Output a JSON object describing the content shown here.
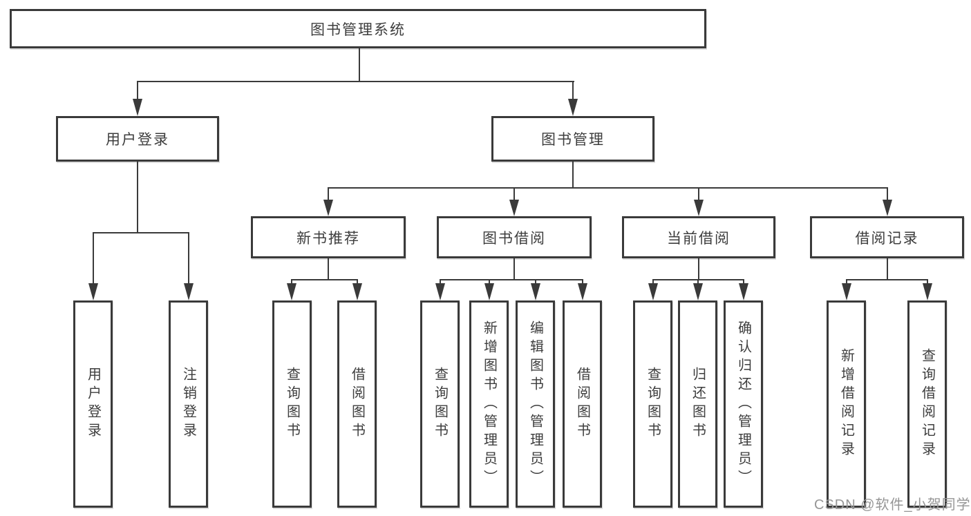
{
  "colors": {
    "line": "#3a3a3a",
    "text": "#3d3d3d",
    "watermark": "#969696",
    "background": "#ffffff"
  },
  "tree": {
    "label": "图书管理系统",
    "children": [
      {
        "label": "用户登录",
        "children": [
          {
            "label": "用户登录"
          },
          {
            "label": "注销登录"
          }
        ]
      },
      {
        "label": "图书管理",
        "children": [
          {
            "label": "新书推荐",
            "children": [
              {
                "label": "查询图书"
              },
              {
                "label": "借阅图书"
              }
            ]
          },
          {
            "label": "图书借阅",
            "children": [
              {
                "label": "查询图书"
              },
              {
                "label": "新增图书（管理员）"
              },
              {
                "label": "编辑图书（管理员）"
              },
              {
                "label": "借阅图书"
              }
            ]
          },
          {
            "label": "当前借阅",
            "children": [
              {
                "label": "查询图书"
              },
              {
                "label": "归还图书"
              },
              {
                "label": "确认归还（管理员）"
              }
            ]
          },
          {
            "label": "借阅记录",
            "children": [
              {
                "label": "新增借阅记录"
              },
              {
                "label": "查询借阅记录"
              }
            ]
          }
        ]
      }
    ]
  },
  "watermark": "CSDN @软件_小贺同学"
}
